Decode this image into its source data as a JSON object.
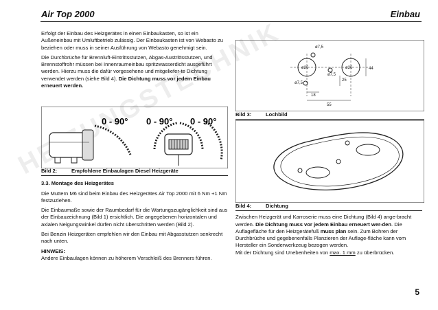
{
  "header": {
    "title_left": "Air Top 2000",
    "title_right": "Einbau"
  },
  "left": {
    "p1": "Erfolgt der Einbau des Heizgerätes in einen Einbaukasten, so ist ein Außeneinbau mit Umluftbetrieb zulässig. Der Einbaukasten ist von Webasto zu beziehen oder muss in seiner Ausführung von Webasto genehmigt sein.",
    "p2_a": "Die Durchbrüche für Brennluft-Eintrittsstutzen, Abgas-Austrittsstutzen, und Brennstoffrohr müssen bei Innenraumeinbau spritzwasserdicht ausgeführt werden. Hierzu muss die dafür vorgesehene und mitgeliefer-te Dichtung verwendet werden (siehe Bild 4). ",
    "p2_b": "Die Dichtung muss vor jedem Einbau erneuert werden.",
    "fig2_angle": "0 - 90°",
    "fig2_caption_num": "Bild 2:",
    "fig2_caption_text": "Empfohlene Einbaulagen Diesel Heizgeräte",
    "section_title": "3.3.    Montage des Heizgerätes",
    "p3": "Die Muttern M6 sind beim Einbau des Heizgerätes Air Top 2000 mit 6 Nm +1 Nm festzuziehen.",
    "p4": "Die Einbaumaße sowie der Raumbedarf für die Wartungszugänglichkeit sind aus der Einbauzeichnung (Bild 1) ersichtlich. Die angegebenen horizontalen und axialen Neigungswinkel dürfen nicht überschritten werden (Bild 2).",
    "p5": "Bei Benzin Heizgeräten empfehlen wir den Einbau mit Abgasstutzen senkrecht nach unten.",
    "hinweis_title": "HINWEIS:",
    "hinweis_text": "Andere Einbaulagen können zu höherem Verschleiß des Brenners führen."
  },
  "right": {
    "fig3_dims": {
      "d1": "ø7,5",
      "d2": "ø7,5",
      "d3": "ø26",
      "d4": "ø26",
      "d5": "ø7,5",
      "w18": "18",
      "w55": "55",
      "h25": "25",
      "h44": "44"
    },
    "fig3_caption_num": "Bild 3:",
    "fig3_caption_text": "Lochbild",
    "fig4_caption_num": "Bild 4:",
    "fig4_caption_text": "Dichtung",
    "p1_a": "Zwischen Heizgerät und Karroserie muss eine Dichtung (Bild 4) ange-bracht werden. ",
    "p1_b": "Die Dichtung muss vor jedem Einbau erneuert wer-den",
    "p1_c": ". Die Auflagefläche für den Heizgerätefuß ",
    "p1_d": "muss plan",
    "p1_e": " sein. Zum Bohren der Durchbrüche und gegebenenfalls Planzieren der Auflage-fläche kann vom Hersteller ein Sonderwerkzeug bezogen werden.",
    "p2_a": "Mit der Dichtung sind Unebenheiten von ",
    "p2_b": "max. 1 mm",
    "p2_c": " zu überbrücken."
  },
  "watermark": "HEIZUNGSTECHNIK",
  "page_number": "5"
}
